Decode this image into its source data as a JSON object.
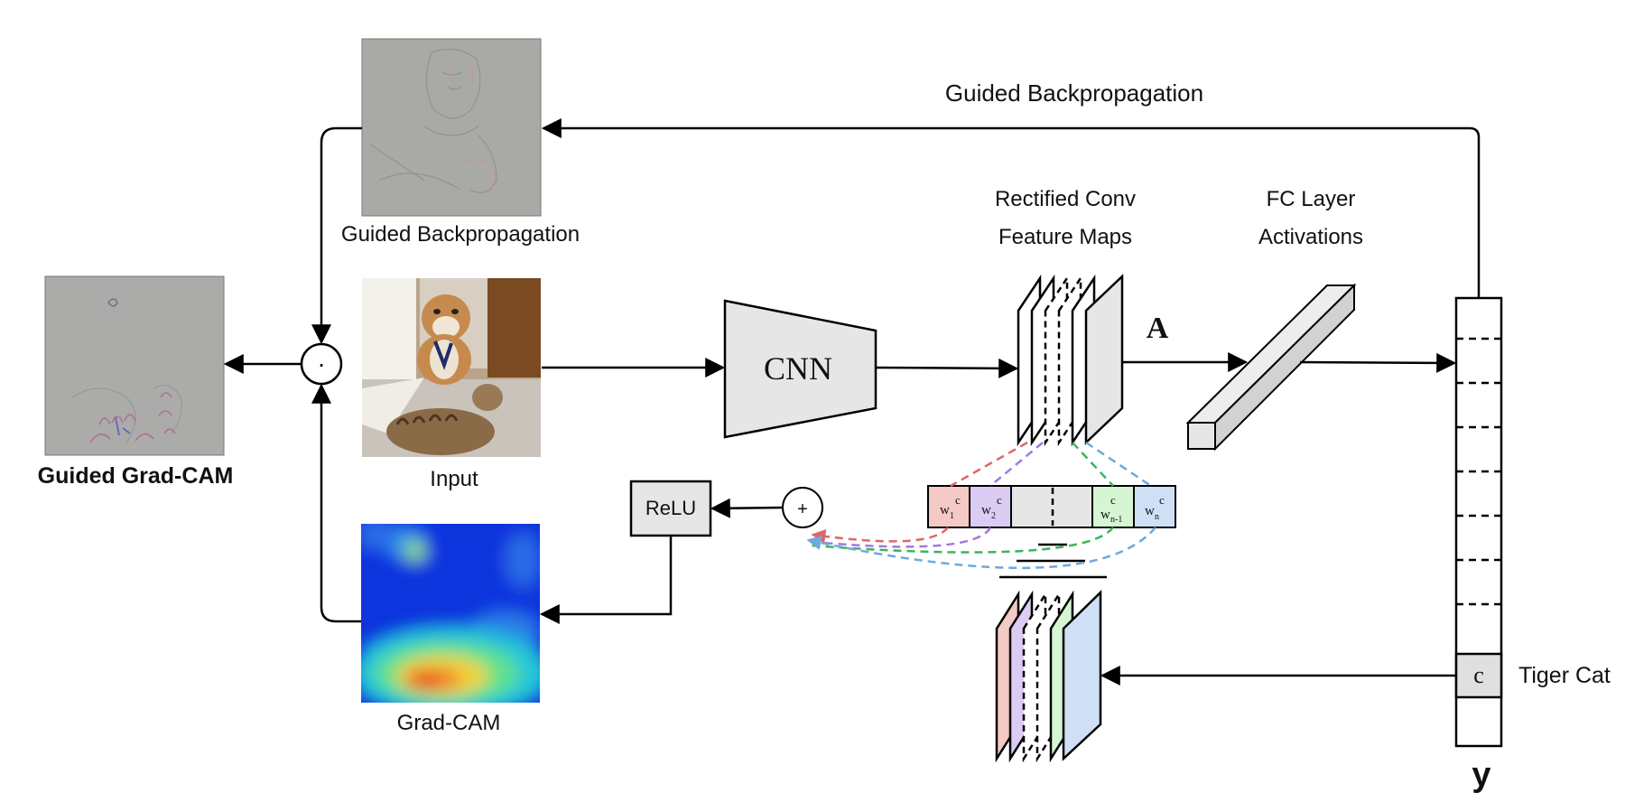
{
  "labels": {
    "guided_backprop_top": "Guided Backpropagation",
    "guided_backprop_image": "Guided Backpropagation",
    "input_image": "Input",
    "guided_gradcam": "Guided Grad-CAM",
    "gradcam": "Grad-CAM",
    "cnn": "CNN",
    "relu": "ReLU",
    "rectified_line1": "Rectified Conv",
    "rectified_line2": "Feature Maps",
    "fc_line1": "FC Layer",
    "fc_line2": "Activations",
    "activation_A": "A",
    "tiger_cat": "Tiger Cat",
    "class_c": "c",
    "output_y": "y",
    "plus": "+",
    "dot": "·"
  },
  "weights": [
    {
      "base": "w",
      "sub": "1",
      "sup": "c",
      "color": "#f5c9c6"
    },
    {
      "base": "w",
      "sub": "2",
      "sup": "c",
      "color": "#dccbf3"
    },
    {
      "base": "w",
      "sub": "n-1",
      "sup": "c",
      "color": "#d6f5d2"
    },
    {
      "base": "w",
      "sub": "n",
      "sup": "c",
      "color": "#cfe0f6"
    }
  ],
  "colors": {
    "box_fill": "#e6e6e6",
    "weight_red": "#e06666",
    "weight_purple": "#a07ae0",
    "weight_green": "#3cb55a",
    "weight_blue": "#6fa8dc",
    "gradcam_blue": "#0a2ad6",
    "gradcam_red": "#e8261a"
  }
}
